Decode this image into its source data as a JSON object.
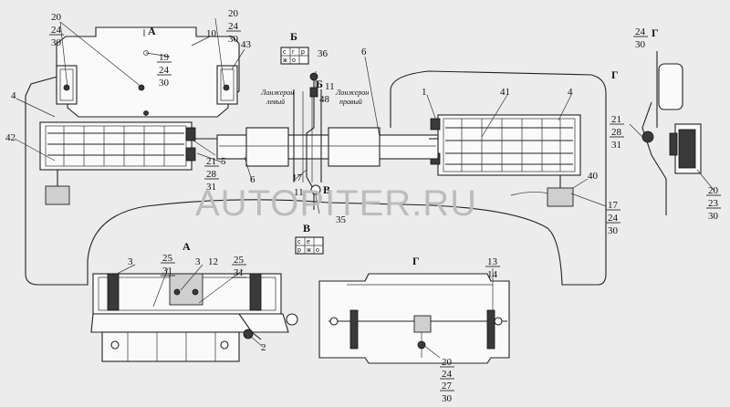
{
  "views": {
    "A_top": "А",
    "B_top": "Б",
    "G_top": "Г",
    "B_mark": "Б",
    "V_mark": "В",
    "V_label": "В",
    "A_label": "А",
    "G_label": "Г",
    "G_side_label": "Г"
  },
  "frame_labels": {
    "left": "Лонжерон левый",
    "left_l1": "Лонжерон",
    "left_l2": "левый",
    "right_l1": "Лонжерон",
    "right_l2": "правый"
  },
  "connector_B": {
    "cells": [
      "с",
      "г",
      "р",
      "ж",
      "о",
      ""
    ]
  },
  "connector_V": {
    "cells": [
      "с",
      "е",
      "",
      "р",
      "ж",
      "о"
    ]
  },
  "callouts": {
    "c20a": "20",
    "c24a": "24",
    "c30a": "30",
    "c10": "10",
    "c19": "19",
    "c24b": "24",
    "c30b": "30",
    "c20b": "20",
    "c24c": "24",
    "c30c": "30",
    "c43": "43",
    "c36": "36",
    "c6a": "6",
    "c4a": "4",
    "c42": "42",
    "c1": "1",
    "c41": "41",
    "c4b": "4",
    "c11a": "11",
    "c48": "48",
    "c21a": "21",
    "c5": "5",
    "c28a": "28",
    "c31a": "31",
    "c6b": "6",
    "c17a": "17",
    "c11b": "11",
    "c35": "35",
    "c40": "40",
    "c17b": "17",
    "c24d": "24",
    "c30d": "30",
    "c24e": "24",
    "c30e": "30",
    "c21b": "21",
    "c28b": "28",
    "c31b": "31",
    "c20c": "20",
    "c23": "23",
    "c30f": "30",
    "c3a": "3",
    "c25a": "25",
    "c31c": "31",
    "c3b": "3",
    "c12": "12",
    "c25b": "25",
    "c31d": "31",
    "c2": "2",
    "c13": "13",
    "c14": "14",
    "c20d": "20",
    "c24f": "24",
    "c27": "27",
    "c30g": "30"
  },
  "watermark": "AUTOPITER.RU"
}
